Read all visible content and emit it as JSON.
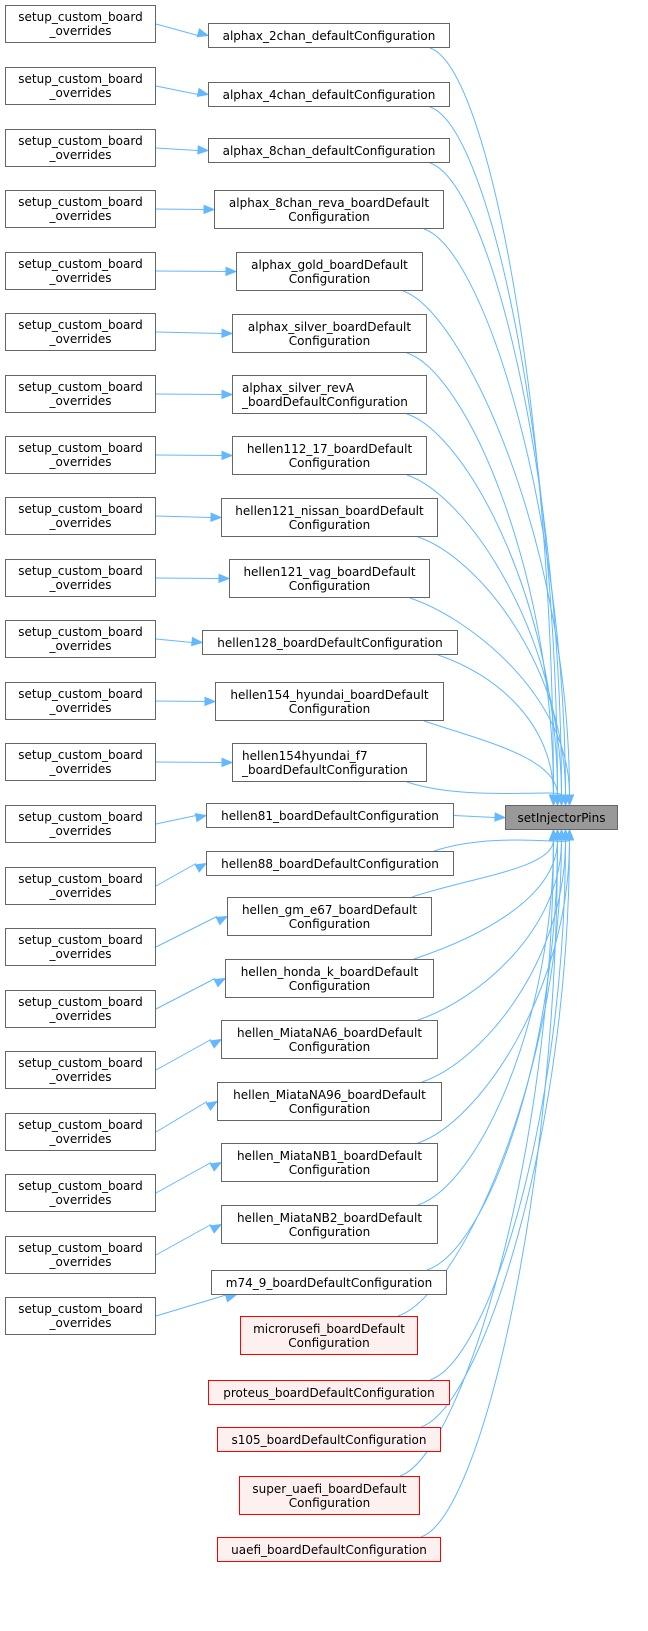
{
  "graph": {
    "target": {
      "label": "setInjectorPins"
    },
    "edge_color": "#63b8ff",
    "callers_level1": [
      {
        "lines": [
          "alphax_2chan_defaultConfiguration"
        ],
        "style": "normal",
        "has_caller": true
      },
      {
        "lines": [
          "alphax_4chan_defaultConfiguration"
        ],
        "style": "normal",
        "has_caller": true
      },
      {
        "lines": [
          "alphax_8chan_defaultConfiguration"
        ],
        "style": "normal",
        "has_caller": true
      },
      {
        "lines": [
          "alphax_8chan_reva_boardDefault",
          "Configuration"
        ],
        "style": "normal",
        "has_caller": true
      },
      {
        "lines": [
          "alphax_gold_boardDefault",
          "Configuration"
        ],
        "style": "normal",
        "has_caller": true
      },
      {
        "lines": [
          "alphax_silver_boardDefault",
          "Configuration"
        ],
        "style": "normal",
        "has_caller": true
      },
      {
        "lines": [
          "alphax_silver_revA",
          "_boardDefaultConfiguration"
        ],
        "style": "normal",
        "has_caller": true
      },
      {
        "lines": [
          "hellen112_17_boardDefault",
          "Configuration"
        ],
        "style": "normal",
        "has_caller": true
      },
      {
        "lines": [
          "hellen121_nissan_boardDefault",
          "Configuration"
        ],
        "style": "normal",
        "has_caller": true
      },
      {
        "lines": [
          "hellen121_vag_boardDefault",
          "Configuration"
        ],
        "style": "normal",
        "has_caller": true
      },
      {
        "lines": [
          "hellen128_boardDefaultConfiguration"
        ],
        "style": "normal",
        "has_caller": true
      },
      {
        "lines": [
          "hellen154_hyundai_boardDefault",
          "Configuration"
        ],
        "style": "normal",
        "has_caller": true
      },
      {
        "lines": [
          "hellen154hyundai_f7",
          "_boardDefaultConfiguration"
        ],
        "style": "normal",
        "has_caller": true
      },
      {
        "lines": [
          "hellen81_boardDefaultConfiguration"
        ],
        "style": "normal",
        "has_caller": true
      },
      {
        "lines": [
          "hellen88_boardDefaultConfiguration"
        ],
        "style": "normal",
        "has_caller": true
      },
      {
        "lines": [
          "hellen_gm_e67_boardDefault",
          "Configuration"
        ],
        "style": "normal",
        "has_caller": true
      },
      {
        "lines": [
          "hellen_honda_k_boardDefault",
          "Configuration"
        ],
        "style": "normal",
        "has_caller": true
      },
      {
        "lines": [
          "hellen_MiataNA6_boardDefault",
          "Configuration"
        ],
        "style": "normal",
        "has_caller": true
      },
      {
        "lines": [
          "hellen_MiataNA96_boardDefault",
          "Configuration"
        ],
        "style": "normal",
        "has_caller": true
      },
      {
        "lines": [
          "hellen_MiataNB1_boardDefault",
          "Configuration"
        ],
        "style": "normal",
        "has_caller": true
      },
      {
        "lines": [
          "hellen_MiataNB2_boardDefault",
          "Configuration"
        ],
        "style": "normal",
        "has_caller": true
      },
      {
        "lines": [
          "m74_9_boardDefaultConfiguration"
        ],
        "style": "normal",
        "has_caller": true
      },
      {
        "lines": [
          "microrusefi_boardDefault",
          "Configuration"
        ],
        "style": "red",
        "has_caller": false
      },
      {
        "lines": [
          "proteus_boardDefaultConfiguration"
        ],
        "style": "red",
        "has_caller": false
      },
      {
        "lines": [
          "s105_boardDefaultConfiguration"
        ],
        "style": "red",
        "has_caller": false
      },
      {
        "lines": [
          "super_uaefi_boardDefault",
          "Configuration"
        ],
        "style": "red",
        "has_caller": false
      },
      {
        "lines": [
          "uaefi_boardDefaultConfiguration"
        ],
        "style": "red",
        "has_caller": false
      }
    ],
    "caller_level2": {
      "lines": [
        "setup_custom_board",
        "_overrides"
      ],
      "count": 22
    }
  }
}
